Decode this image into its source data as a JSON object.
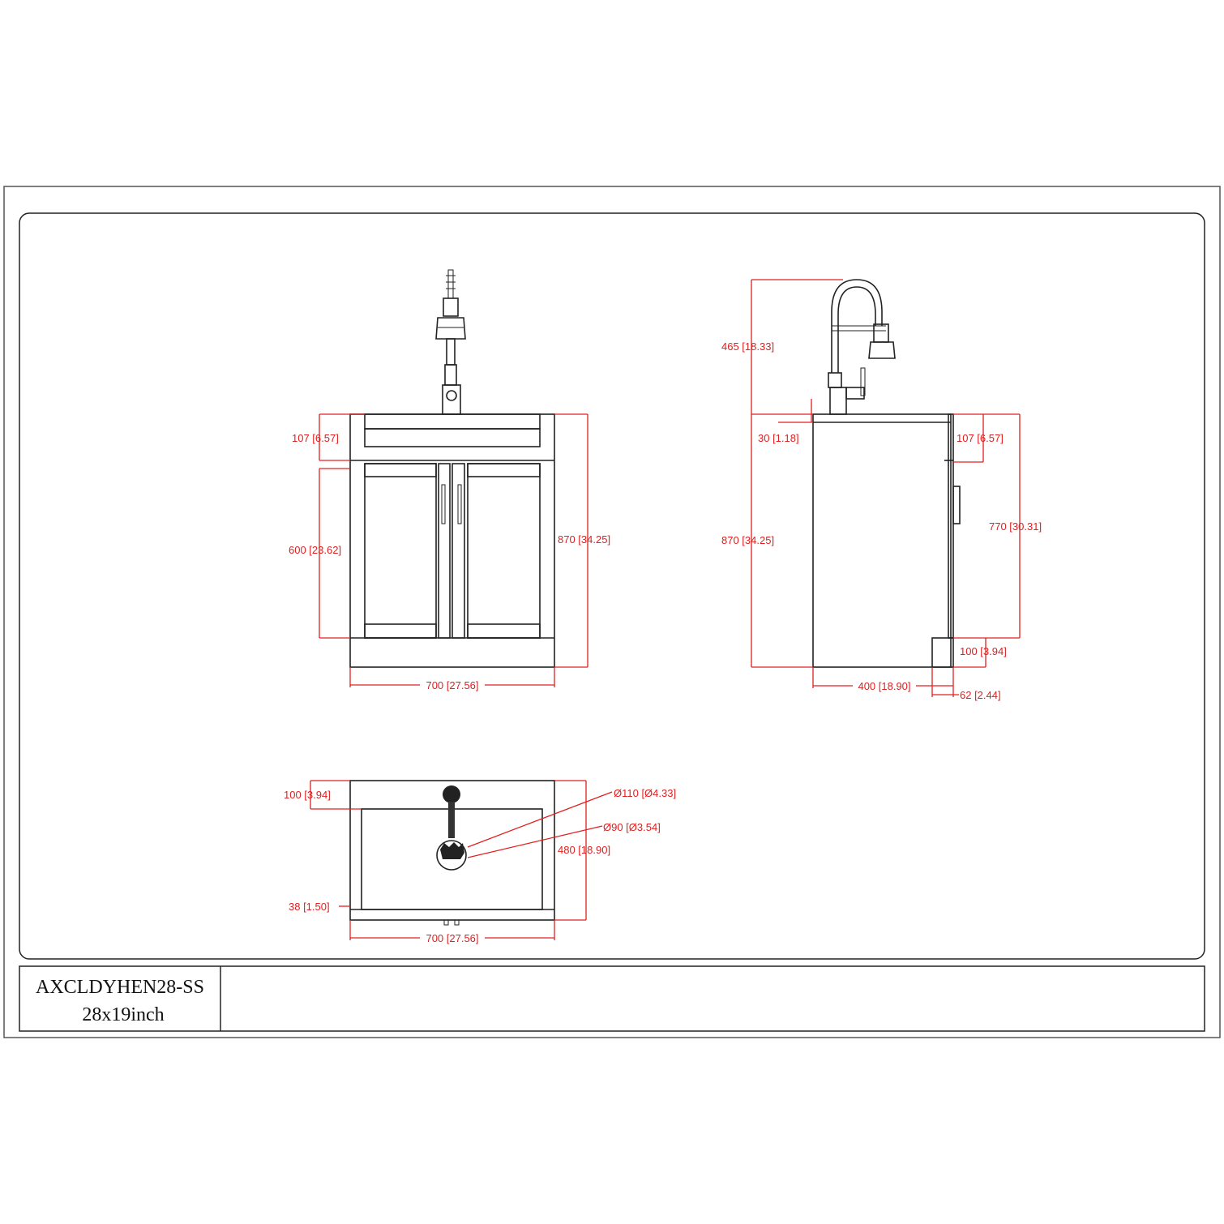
{
  "title_block": {
    "model": "AXCLDYHEN28-SS",
    "size": "28x19inch"
  },
  "front_view": {
    "dim_top_height": "107 [6.57]",
    "dim_door_height": "600 [23.62]",
    "dim_total_height": "870 [34.25]",
    "dim_width": "700 [27.56]"
  },
  "side_view": {
    "dim_faucet_height": "465 [18.33]",
    "dim_deck_thickness": "30 [1.18]",
    "dim_total_height": "870 [34.25]",
    "dim_top_height": "107 [6.57]",
    "dim_body_height": "770 [30.31]",
    "dim_toe_height": "100 [3.94]",
    "dim_depth": "400 [18.90]",
    "dim_toe_recess": "62 [2.44]"
  },
  "top_view": {
    "dim_back_ledge": "100 [3.94]",
    "dim_front_ledge": "38 [1.50]",
    "dim_depth": "480 [18.90]",
    "dim_width": "700 [27.56]",
    "dim_faucet_hole": "Ø110 [Ø4.33]",
    "dim_drain": "Ø90 [Ø3.54]"
  }
}
